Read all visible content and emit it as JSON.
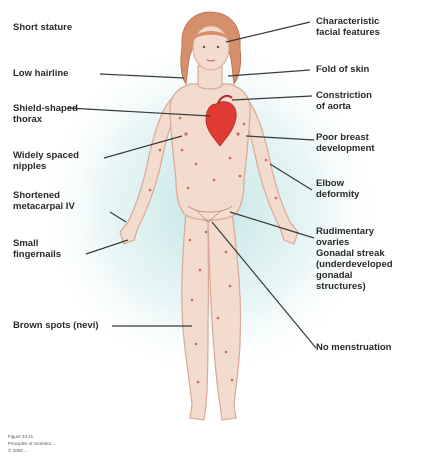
{
  "figure": {
    "labels_left": {
      "short_stature": "Short stature",
      "low_hairline": "Low hairline",
      "shield_thorax": "Shield-shaped\nthorax",
      "nipples": "Widely spaced\nnipples",
      "metacarpal": "Shortened\nmetacarpal IV",
      "fingernails": "Small\nfingernails",
      "nevi": "Brown spots (nevi)"
    },
    "labels_right": {
      "facial": "Characteristic\nfacial features",
      "neck_fold": "Fold of skin",
      "aorta": "Constriction\nof aorta",
      "breast": "Poor breast\ndevelopment",
      "elbow": "Elbow\ndeformity",
      "ovaries": "Rudimentary\novaries\nGonadal streak\n(underdeveloped\ngonadal\nstructures)",
      "menstruation": "No menstruation"
    },
    "caption": {
      "line1": "Figure 24-11",
      "line2": "Principles of Genetics ...",
      "line3": "© 2009 ..."
    },
    "colors": {
      "skin": "#f3dbcd",
      "skin_outline": "#d9a896",
      "hair": "#d58f6a",
      "heart": "#e03a35",
      "spots": "#c9685c",
      "line": "#3a3a3a",
      "glow": "#cfeaea"
    }
  }
}
